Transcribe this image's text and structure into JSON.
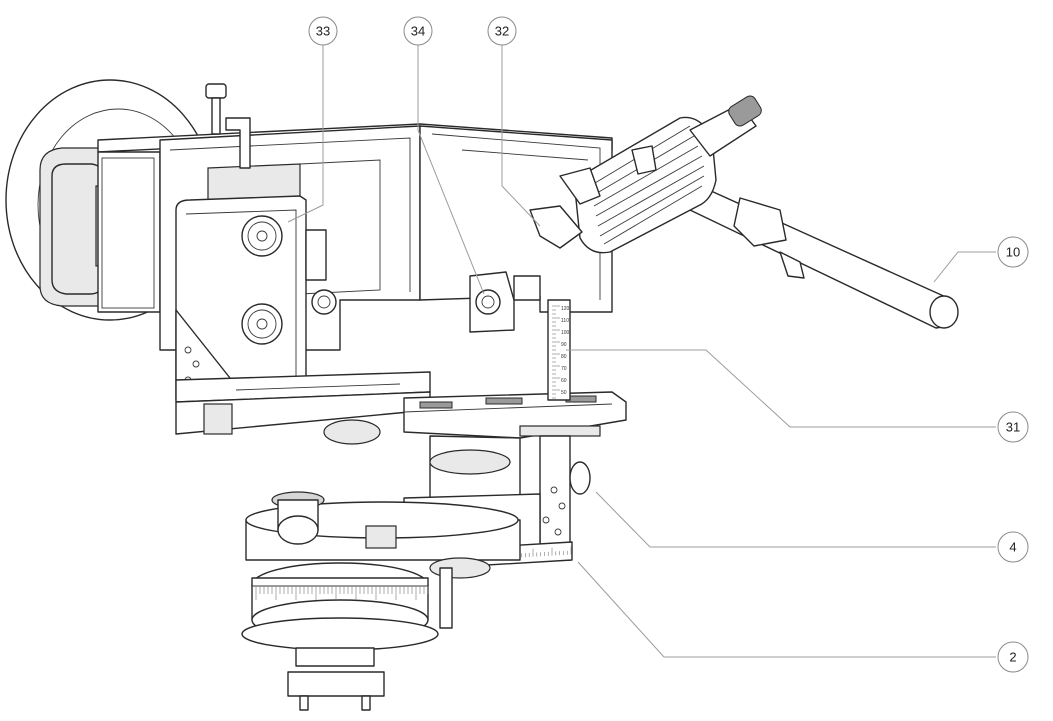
{
  "figure": {
    "callouts": [
      {
        "id": "callout-33",
        "label": "33"
      },
      {
        "id": "callout-34",
        "label": "34"
      },
      {
        "id": "callout-32",
        "label": "32"
      },
      {
        "id": "callout-10",
        "label": "10"
      },
      {
        "id": "callout-31",
        "label": "31"
      },
      {
        "id": "callout-4",
        "label": "4"
      },
      {
        "id": "callout-2",
        "label": "2"
      }
    ],
    "vertical_scale_ticks": [
      "120",
      "110",
      "100",
      "90",
      "80",
      "70",
      "60",
      "50"
    ]
  }
}
